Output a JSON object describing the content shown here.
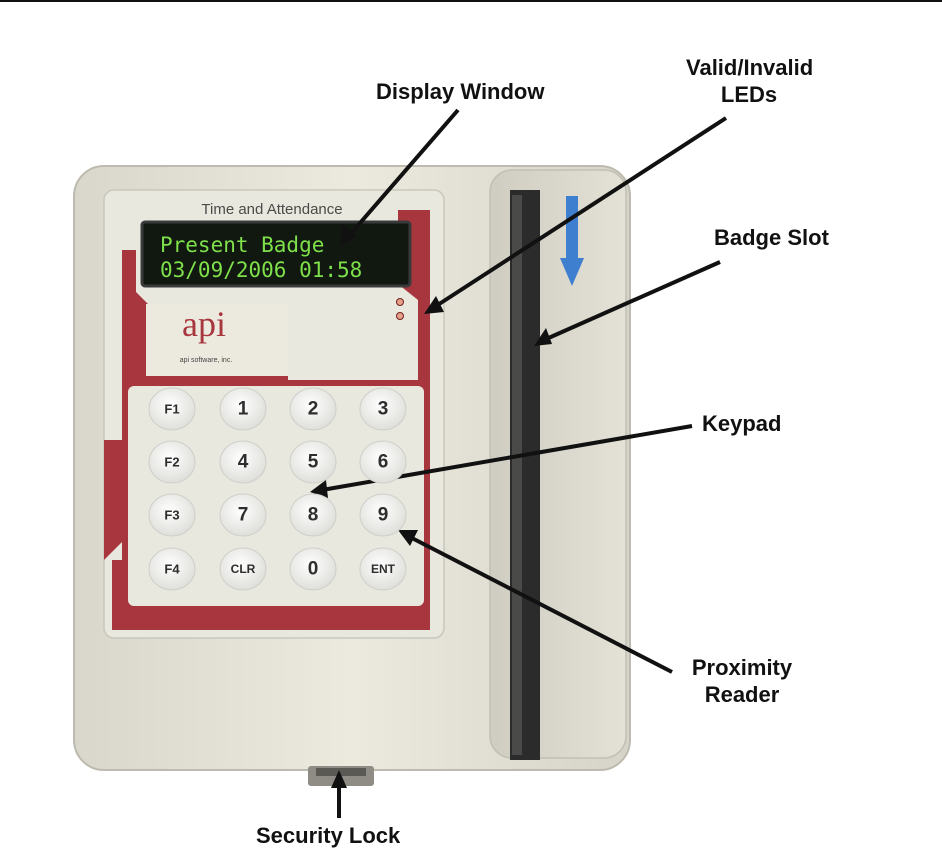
{
  "device": {
    "header": "Time and Attendance",
    "display_line1": "Present Badge",
    "display_line2": "03/09/2006 01:58",
    "logo": "api",
    "logo_sub": "api software, inc."
  },
  "keypad": {
    "rows": [
      [
        "F1",
        "1",
        "2",
        "3"
      ],
      [
        "F2",
        "4",
        "5",
        "6"
      ],
      [
        "F3",
        "7",
        "8",
        "9"
      ],
      [
        "F4",
        "CLR",
        "0",
        "ENT"
      ]
    ]
  },
  "callouts": {
    "display_window": "Display Window",
    "valid_invalid_leds_line1": "Valid/Invalid",
    "valid_invalid_leds_line2": "LEDs",
    "badge_slot": "Badge Slot",
    "keypad": "Keypad",
    "proximity_reader_line1": "Proximity",
    "proximity_reader_line2": "Reader",
    "security_lock": "Security Lock"
  },
  "colors": {
    "body": "#e6e4d8",
    "maroon": "#a8363e",
    "display_bg": "#101810",
    "display_text": "#7ee04a",
    "key": "#f1f1ee"
  }
}
